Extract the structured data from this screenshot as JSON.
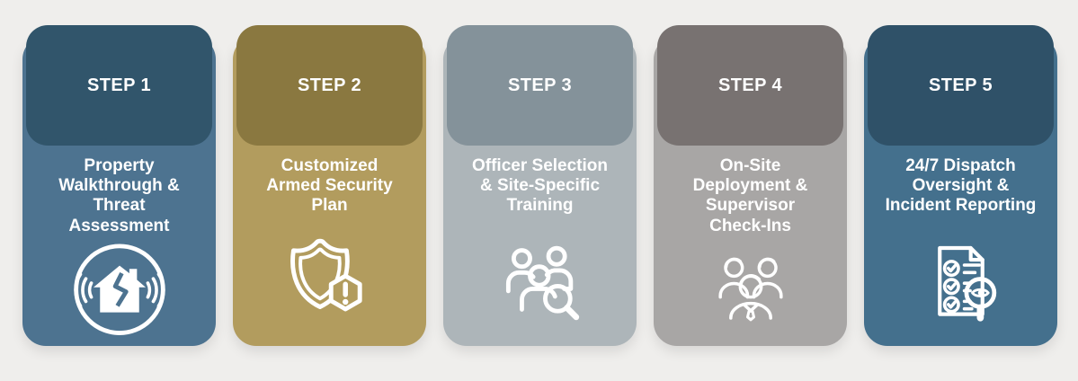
{
  "background_color": "#efeeec",
  "text_color": "#ffffff",
  "steps": [
    {
      "step_label": "STEP 1",
      "title": "Property\nWalkthrough &\nThreat\nAssessment",
      "icon": "alarm-house-icon",
      "colors": {
        "header": "#31556b",
        "body": "#4d7390"
      }
    },
    {
      "step_label": "STEP 2",
      "title": "Customized\nArmed Security\nPlan",
      "icon": "shield-alert-icon",
      "colors": {
        "header": "#8a7840",
        "body": "#b29c5e"
      }
    },
    {
      "step_label": "STEP 3",
      "title": "Officer Selection\n& Site-Specific\nTraining",
      "icon": "team-search-icon",
      "colors": {
        "header": "#84929a",
        "body": "#adb5b9"
      }
    },
    {
      "step_label": "STEP 4",
      "title": "On-Site\nDeployment &\nSupervisor\nCheck-Ins",
      "icon": "staff-team-icon",
      "colors": {
        "header": "#787271",
        "body": "#a8a6a5"
      }
    },
    {
      "step_label": "STEP 5",
      "title": "24/7 Dispatch\nOversight &\nIncident Reporting",
      "icon": "report-audit-icon",
      "colors": {
        "header": "#2f5168",
        "body": "#44708d"
      }
    }
  ]
}
